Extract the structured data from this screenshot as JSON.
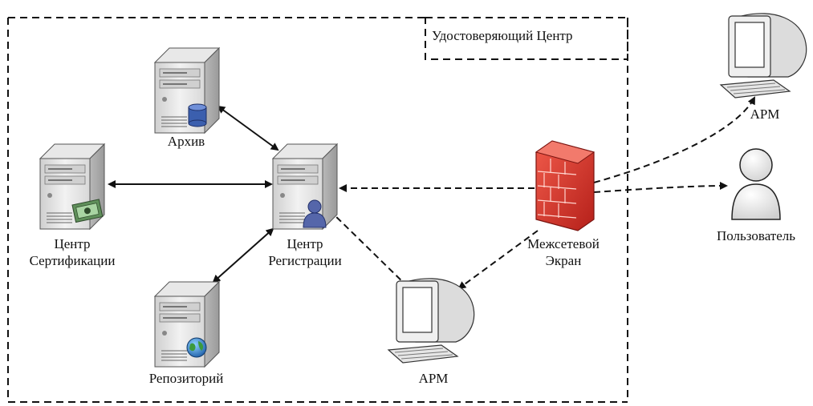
{
  "boundary": {
    "title": "Удостоверяющий Центр"
  },
  "nodes": {
    "archive": {
      "label": "Архив"
    },
    "ca": {
      "label_line1": "Центр",
      "label_line2": "Сертификации"
    },
    "ra": {
      "label_line1": "Центр",
      "label_line2": "Регистрации"
    },
    "repository": {
      "label": "Репозиторий"
    },
    "arm_inner": {
      "label": "АРМ"
    },
    "firewall": {
      "label_line1": "Межсетевой",
      "label_line2": "Экран"
    },
    "arm_outer": {
      "label": "АРМ"
    },
    "user": {
      "label": "Пользователь"
    }
  },
  "icons": [
    "server-icon",
    "database-icon",
    "certificate-icon",
    "user-icon",
    "globe-icon",
    "computer-icon",
    "firewall-icon"
  ],
  "colors": {
    "firewall": "#d9302a",
    "server": "#e6e6e6",
    "line": "#111111"
  }
}
